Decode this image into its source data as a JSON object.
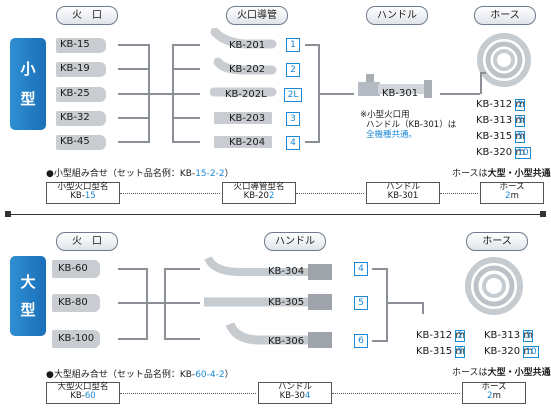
{
  "top_headers": {
    "burner": "火　口",
    "pipe": "火口導管",
    "handle": "ハンドル",
    "hose": "ホース"
  },
  "small": {
    "size_label": "小\n型",
    "burners": [
      "KB-15",
      "KB-19",
      "KB-25",
      "KB-32",
      "KB-45"
    ],
    "pipes": [
      {
        "code": "KB-201",
        "num": "1"
      },
      {
        "code": "KB-202",
        "num": "2"
      },
      {
        "code": "KB-202L",
        "num": "2L"
      },
      {
        "code": "KB-203",
        "num": "3"
      },
      {
        "code": "KB-204",
        "num": "4"
      }
    ],
    "handle": "KB-301",
    "note_line1": "※小型火口用",
    "note_line2": "ハンドル（KB-301）は",
    "note_line3": "全機種共通。",
    "hoses": [
      {
        "code": "KB-312",
        "num": "2",
        "unit": "m"
      },
      {
        "code": "KB-313",
        "num": "3",
        "unit": "m"
      },
      {
        "code": "KB-315",
        "num": "5",
        "unit": "m"
      },
      {
        "code": "KB-320",
        "num": "10",
        "unit": "m"
      }
    ],
    "combo_text_pre": "●小型組み合せ（セット品名例：KB-",
    "combo_text_code": "15-2-2",
    "combo_text_post": "）",
    "hose_common_pre": "ホースは",
    "hose_common_bold": "大型・小型共通",
    "boxes": {
      "b1_title": "小型火口型名",
      "b1_pre": "KB-",
      "b1_code": "15",
      "b2_title": "火口導管型名",
      "b2_pre": "KB-20",
      "b2_code": "2",
      "b3_title": "ハンドル",
      "b3_pre": "KB-301",
      "b4_title": "ホース",
      "b4_code": "2",
      "b4_unit": "m"
    }
  },
  "large": {
    "size_label": "大\n型",
    "burners": [
      "KB-60",
      "KB-80",
      "KB-100"
    ],
    "handles": [
      {
        "code": "KB-304",
        "num": "4"
      },
      {
        "code": "KB-305",
        "num": "5"
      },
      {
        "code": "KB-306",
        "num": "6"
      }
    ],
    "hoses": [
      {
        "code": "KB-312",
        "num": "2",
        "unit": "m"
      },
      {
        "code": "KB-313",
        "num": "3",
        "unit": "m"
      },
      {
        "code": "KB-315",
        "num": "5",
        "unit": "m"
      },
      {
        "code": "KB-320",
        "num": "10",
        "unit": "m"
      }
    ],
    "combo_text_pre": "●大型組み合せ（セット品名例：KB-",
    "combo_text_code": "60-4-2",
    "combo_text_post": "）",
    "hose_common_pre": "ホースは",
    "hose_common_bold": "大型・小型共通",
    "boxes": {
      "b1_title": "大型火口型名",
      "b1_pre": "KB-",
      "b1_code": "60",
      "b2_title": "ハンドル",
      "b2_pre": "KB-30",
      "b2_code": "4",
      "b3_title": "ホース",
      "b3_code": "2",
      "b3_unit": "m"
    }
  },
  "colors": {
    "accent": "#1b8ad6",
    "label_bg": "#1b70b8",
    "line": "#8a8f95"
  }
}
